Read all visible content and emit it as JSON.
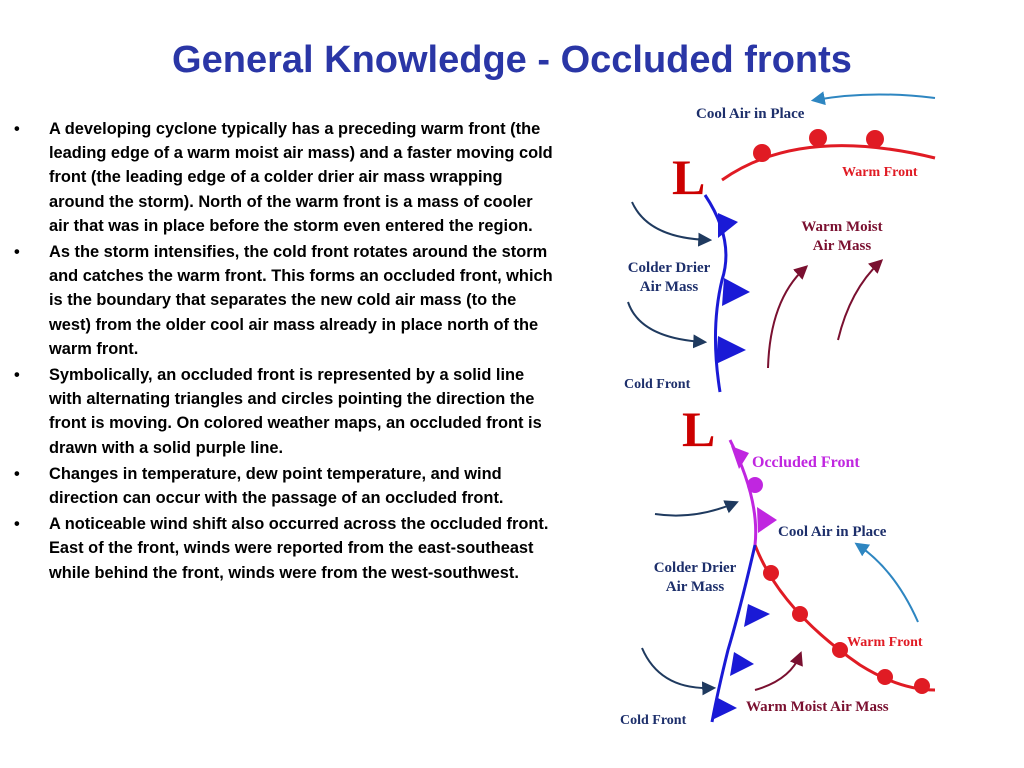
{
  "slide": {
    "title": "General Knowledge - Occluded fronts",
    "bullet_symbol": "•",
    "bullets": [
      "A developing cyclone typically has a preceding warm front (the leading edge of a warm moist air mass) and a faster moving cold front (the leading edge of a colder drier air mass wrapping around the storm). North of the warm front is a mass of cooler air that was in place before the storm even entered the region.",
      "As the storm intensifies, the cold front rotates around the storm and catches the warm front. This forms an occluded front, which is the boundary that separates the new cold air mass (to the west) from the older cool air mass already in place north of the warm front.",
      "Symbolically, an occluded front is represented by a solid line with alternating triangles and circles pointing the direction the front is moving. On colored weather maps, an occluded front is drawn with a solid purple line.",
      "Changes in temperature, dew point temperature, and wind direction can occur with the passage of an occluded front.",
      "A noticeable wind shift also occurred across the occluded front. East of the front, winds were reported from the east-southeast while behind the front, winds were from the west-southwest."
    ]
  },
  "diagram_top": {
    "low_symbol": "L",
    "cool_air_label": "Cool Air in Place",
    "warm_front_label": "Warm Front",
    "warm_moist_line1": "Warm Moist",
    "warm_moist_line2": "Air Mass",
    "colder_drier_line1": "Colder Drier",
    "colder_drier_line2": "Air Mass",
    "cold_front_label": "Cold Front"
  },
  "diagram_bottom": {
    "low_symbol": "L",
    "occluded_front_label": "Occluded Front",
    "cool_air_label": "Cool Air in Place",
    "colder_drier_line1": "Colder Drier",
    "colder_drier_line2": "Air Mass",
    "warm_front_label": "Warm Front",
    "warm_moist_label": "Warm Moist Air Mass",
    "cold_front_label": "Cold Front"
  },
  "colors": {
    "title": "#2a36a6",
    "warm_front": "#e01b24",
    "cold_front": "#1a1ad6",
    "occluded_front": "#c026e0",
    "cool_air_arrow": "#2e86c1",
    "cold_air_arrow": "#1f3a5f",
    "warm_air_arrow": "#7a1030",
    "label_navy": "#1d2f6b",
    "low_red": "#cc0000"
  }
}
